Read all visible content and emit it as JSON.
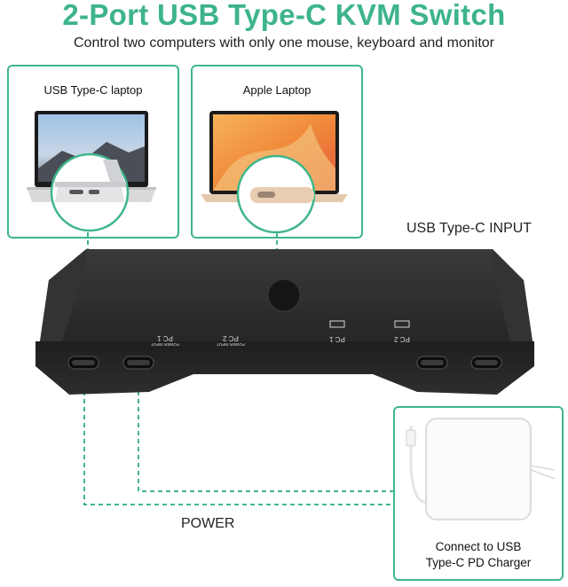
{
  "header": {
    "title": "2-Port USB Type-C KVM Switch",
    "subtitle": "Control two computers with only one mouse, keyboard and monitor"
  },
  "devices": [
    {
      "label": "USB Type-C laptop"
    },
    {
      "label": "Apple Laptop"
    }
  ],
  "labels": {
    "input": "USB Type-C INPUT",
    "power": "POWER"
  },
  "switch_ports": {
    "pc1_power": "PC 1",
    "pc1_power_sub": "POWER INPUT",
    "pc2_power": "PC 2",
    "pc2_power_sub": "POWER INPUT",
    "pc1": "PC 1",
    "pc2": "PC 2"
  },
  "charger": {
    "line1": "Connect to USB",
    "line2": "Type-C PD Charger"
  },
  "colors": {
    "title": "#3db489",
    "accent": "#3fb68b",
    "switch_body": "#2b2b2b"
  }
}
